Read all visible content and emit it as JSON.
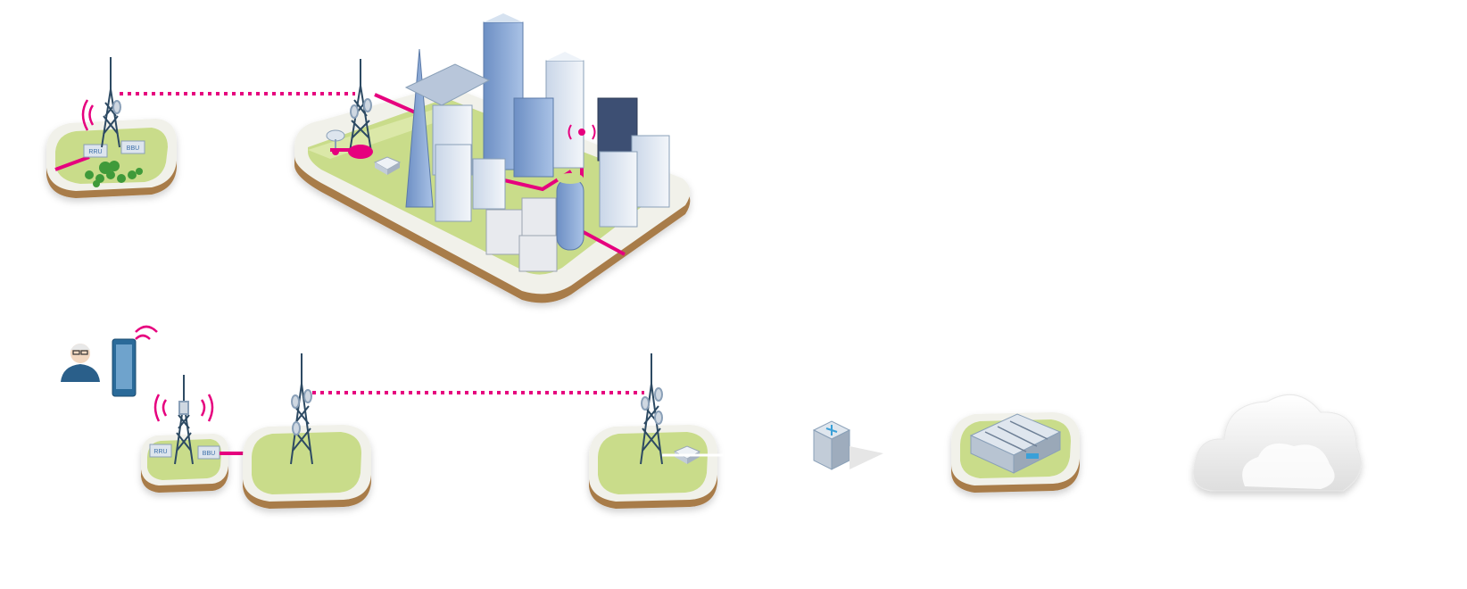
{
  "colors": {
    "magenta": "#e6007e",
    "grass": "#c9dc8a",
    "grass_light": "#dbe8a8",
    "ground_edge": "#f1f1ea",
    "soil": "#a87b4a",
    "tower": "#2d4a63",
    "building_blue": "#7c9fd0",
    "building_light": "#e8eef6",
    "cloud": "#f4f4f4"
  },
  "labels": {
    "box_small_1": "RRU",
    "box_small_2": "BBU",
    "box_small_3": "RRU",
    "box_small_4": "BBU"
  },
  "icons": {
    "person": "user-avatar-icon",
    "phone": "smartphone-icon",
    "wifi": "wireless-signal-icon",
    "server": "server-icon",
    "datacenter": "datacenter-icon",
    "cloud": "cloud-icon",
    "tower": "cell-tower-icon"
  }
}
